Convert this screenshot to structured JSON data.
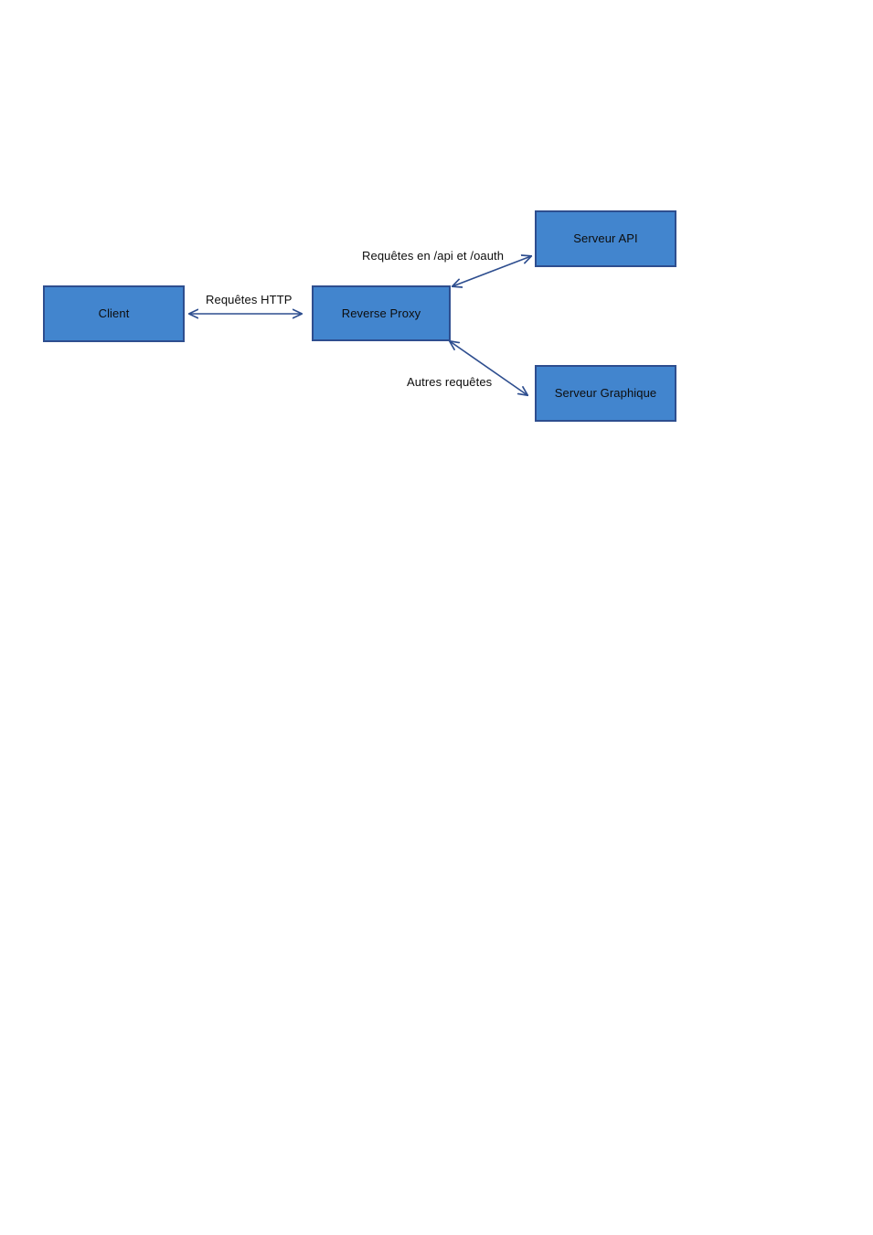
{
  "diagram": {
    "title": "Reverse proxy routing diagram",
    "colors": {
      "node_fill": "#4285CE",
      "node_stroke": "#2E4E8F",
      "edge_stroke": "#2E4E8F",
      "text": "#0d0d0d",
      "background": "#ffffff"
    },
    "nodes": [
      {
        "id": "client",
        "label": "Client"
      },
      {
        "id": "reverse-proxy",
        "label": "Reverse Proxy"
      },
      {
        "id": "serveur-api",
        "label": "Serveur API"
      },
      {
        "id": "serveur-graphique",
        "label": "Serveur Graphique"
      }
    ],
    "edges": [
      {
        "id": "client-proxy",
        "label": "Requêtes HTTP",
        "from": "client",
        "to": "reverse-proxy",
        "direction": "bidirectional"
      },
      {
        "id": "proxy-api",
        "label": "Requêtes en /api et /oauth",
        "from": "reverse-proxy",
        "to": "serveur-api",
        "direction": "bidirectional"
      },
      {
        "id": "proxy-graphique",
        "label": "Autres requêtes",
        "from": "reverse-proxy",
        "to": "serveur-graphique",
        "direction": "bidirectional"
      }
    ]
  }
}
